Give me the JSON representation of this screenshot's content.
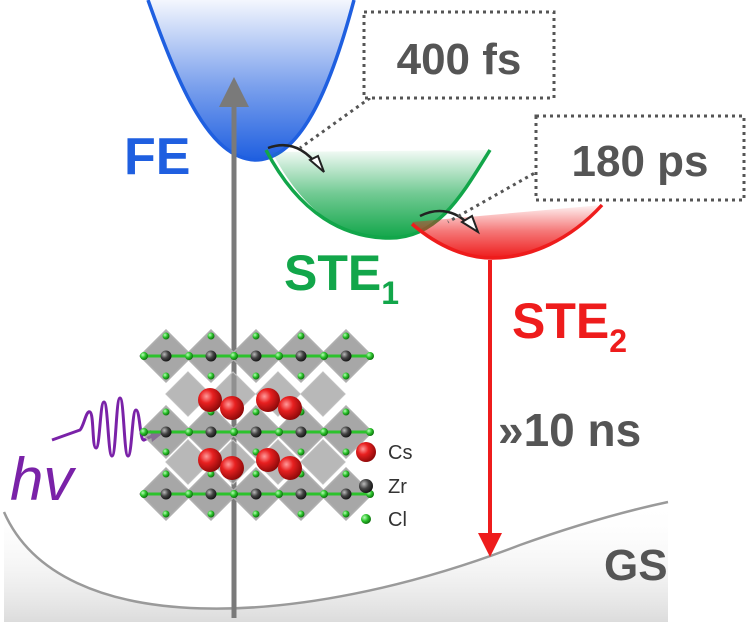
{
  "states": {
    "fe": {
      "label": "FE",
      "color": "#1f5fe0"
    },
    "ste1": {
      "label": "STE",
      "subscript": "1",
      "color": "#12a64a"
    },
    "ste2": {
      "label": "STE",
      "subscript": "2",
      "color": "#ee1c1c"
    },
    "gs": {
      "label": "GS",
      "color": "#555555"
    }
  },
  "timescales": {
    "fe_to_ste1": "400 fs",
    "ste1_to_ste2": "180 ps",
    "ste2_emission": "»10 ns"
  },
  "excitation": {
    "label": "hv",
    "color": "#7a22a8"
  },
  "legend": [
    {
      "label": "Cs",
      "color": "#e02020"
    },
    {
      "label": "Zr",
      "color": "#444444"
    },
    {
      "label": "Cl",
      "color": "#2cc22c"
    }
  ]
}
